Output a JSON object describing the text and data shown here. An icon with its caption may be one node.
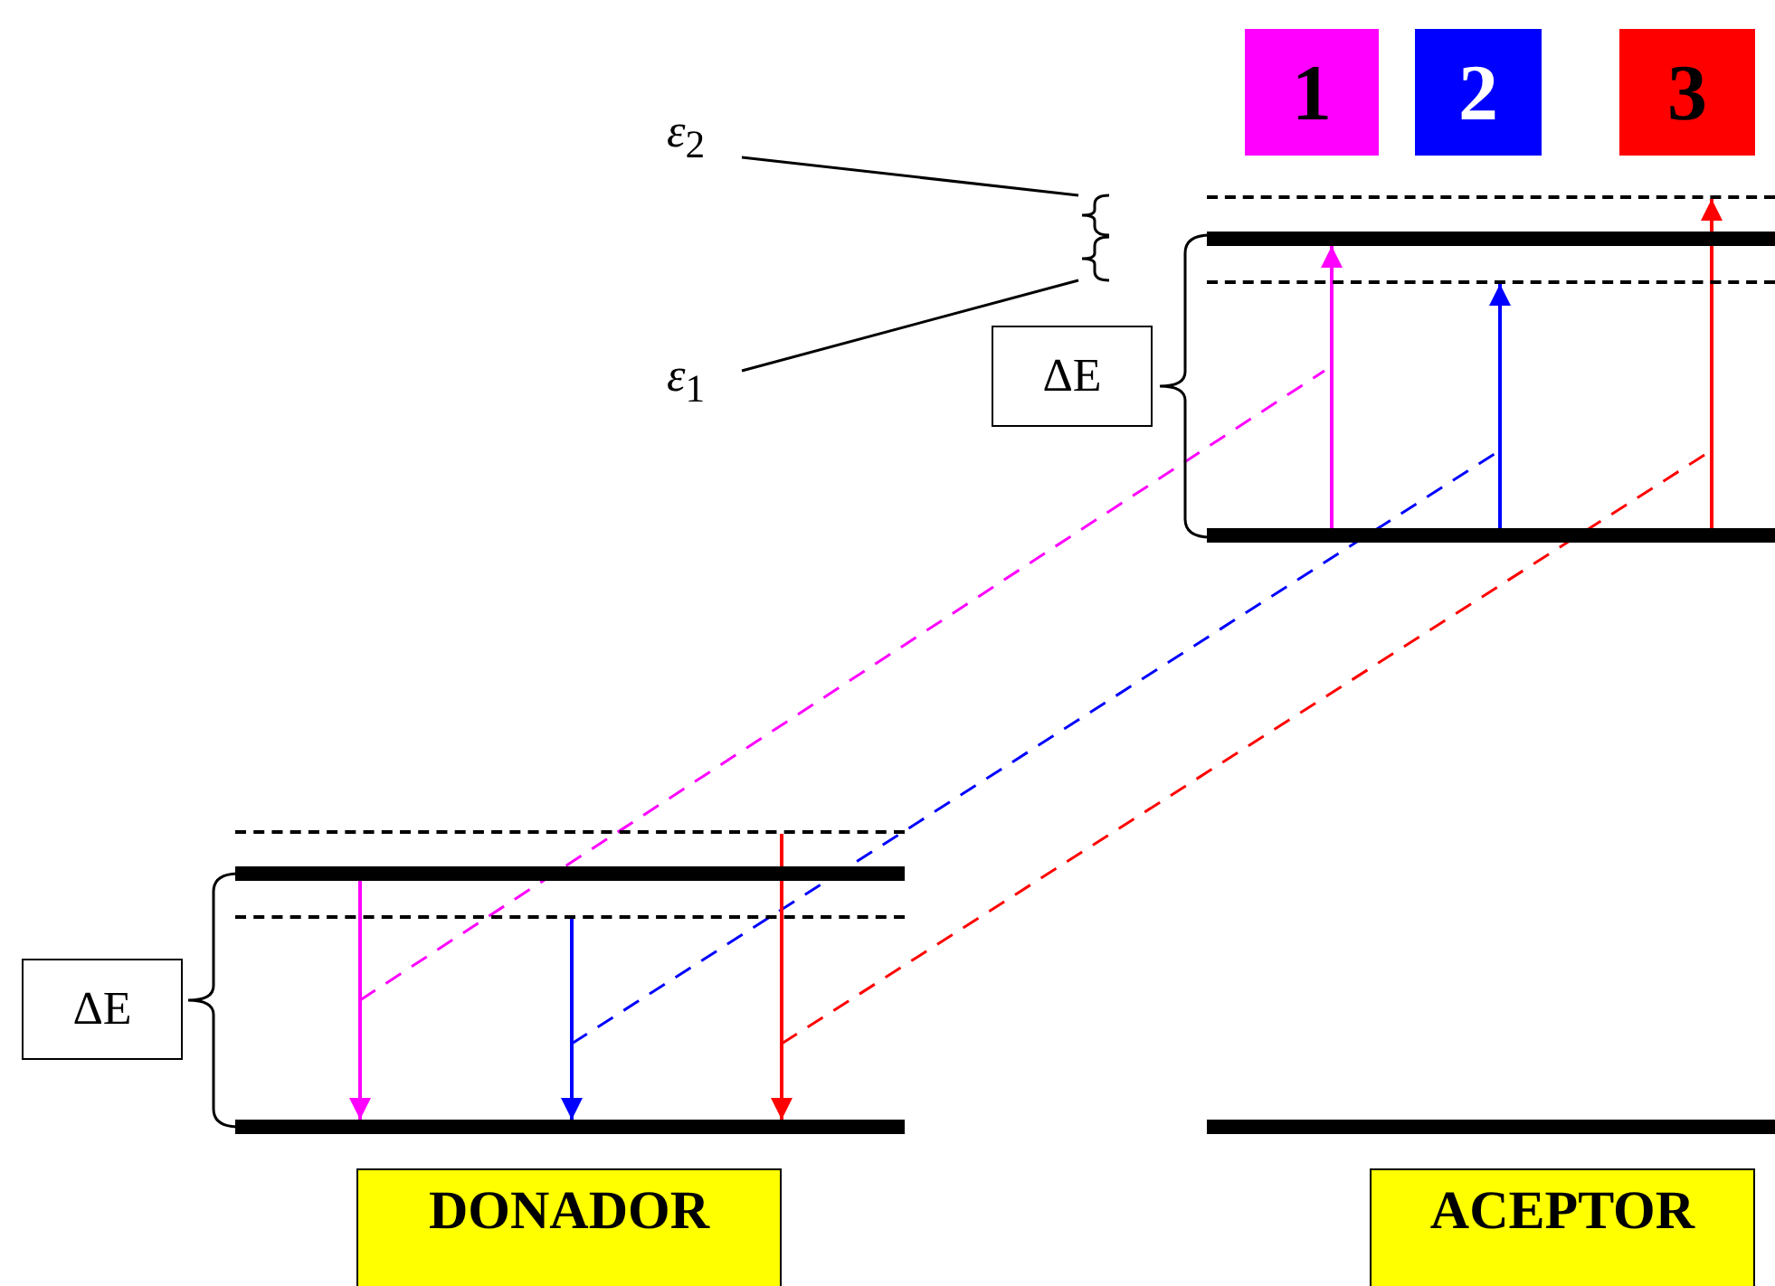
{
  "diagram": {
    "nodes": [
      {
        "text": [
          "1"
        ]
      },
      {
        "text": [
          "2"
        ]
      },
      {
        "text": [
          "3"
        ]
      },
      {
        "text": [
          "*ε*$_{2}$"
        ]
      },
      {
        "text": [
          "*ε*$_{1}$"
        ]
      },
      {
        "text": [
          "ΔE"
        ]
      },
      {
        "text": [
          "ΔE"
        ]
      },
      {
        "text": [
          "DONADOR"
        ]
      },
      {
        "text": [
          "ACEPTOR"
        ]
      },
      {
        "text": [],
        "shape": "line"
      },
      {
        "text": [],
        "shape": "bar"
      },
      {
        "text": [],
        "shape": "line"
      },
      {
        "text": [],
        "shape": "bar"
      },
      {
        "text": [],
        "shape": "line"
      },
      {
        "text": [],
        "shape": "bar"
      },
      {
        "text": [],
        "shape": "line"
      },
      {
        "text": [],
        "shape": "bar"
      },
      {
        "text": [],
        "shape": "bar"
      },
      {
        "text": [],
        "shape": "brace"
      },
      {
        "text": [],
        "shape": "brace"
      }
    ],
    "edges": [
      {
        "from": 3,
        "to": 18,
        "arrow": "none"
      },
      {
        "from": 4,
        "to": 19,
        "arrow": "none"
      },
      {
        "from": 12,
        "to": 10,
        "arrow": "to",
        "color": "#ff00ff"
      },
      {
        "from": 12,
        "to": 11,
        "arrow": "to",
        "color": "#0000ff"
      },
      {
        "from": 12,
        "to": 9,
        "arrow": "to",
        "color": "#ff0000"
      },
      {
        "from": 14,
        "to": 16,
        "arrow": "to",
        "color": "#ff00ff"
      },
      {
        "from": 15,
        "to": 16,
        "arrow": "to",
        "color": "#0000ff"
      },
      {
        "from": 13,
        "to": 16,
        "arrow": "to",
        "color": "#ff0000"
      }
    ]
  }
}
